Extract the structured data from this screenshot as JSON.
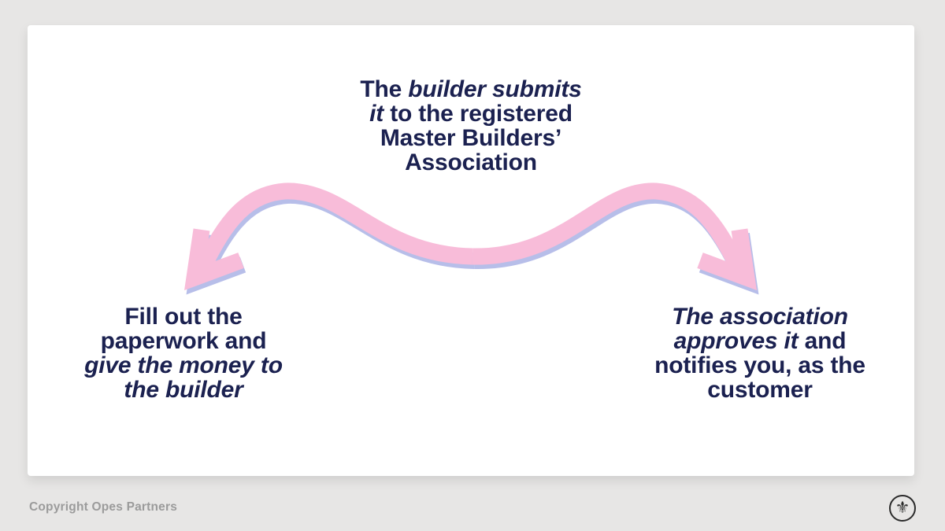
{
  "page": {
    "background_color": "#e7e6e5",
    "card_color": "#ffffff"
  },
  "colors": {
    "text_navy": "#1b2150",
    "arrow_pink": "#f8bcd9",
    "arrow_shadow_lavender": "#b7bee9",
    "copyright_gray": "#9b9b9b",
    "logo_dark": "#2b2b2b"
  },
  "diagram": {
    "top_note": {
      "lines": [
        {
          "segments": [
            {
              "t": "The ",
              "italic": false
            },
            {
              "t": "builder submits",
              "italic": true
            }
          ]
        },
        {
          "segments": [
            {
              "t": "it",
              "italic": true
            },
            {
              "t": " to the registered",
              "italic": false
            }
          ]
        },
        {
          "segments": [
            {
              "t": "Master Builders’",
              "italic": false
            }
          ]
        },
        {
          "segments": [
            {
              "t": "Association",
              "italic": false
            }
          ]
        }
      ]
    },
    "left_note": {
      "lines": [
        {
          "segments": [
            {
              "t": "Fill out the",
              "italic": false
            }
          ]
        },
        {
          "segments": [
            {
              "t": "paperwork and",
              "italic": false
            }
          ]
        },
        {
          "segments": [
            {
              "t": "give the money to",
              "italic": true
            }
          ]
        },
        {
          "segments": [
            {
              "t": "the builder",
              "italic": true
            }
          ]
        }
      ]
    },
    "right_note": {
      "lines": [
        {
          "segments": [
            {
              "t": "The association",
              "italic": true
            }
          ]
        },
        {
          "segments": [
            {
              "t": "approves it",
              "italic": true
            },
            {
              "t": " and",
              "italic": false
            }
          ]
        },
        {
          "segments": [
            {
              "t": "notifies you, as the",
              "italic": false
            }
          ]
        },
        {
          "segments": [
            {
              "t": "customer",
              "italic": false
            }
          ]
        }
      ]
    },
    "arrows": [
      {
        "name": "arrow-to-left",
        "direction": "down-left",
        "style": "wavy pink with lavender drop shadow"
      },
      {
        "name": "arrow-to-right",
        "direction": "down-right",
        "style": "wavy pink with lavender drop shadow"
      }
    ]
  },
  "footer": {
    "copyright": "Copyright Opes Partners",
    "logo_icon": "fleur-de-lis-icon",
    "logo_glyph": "⚜"
  }
}
